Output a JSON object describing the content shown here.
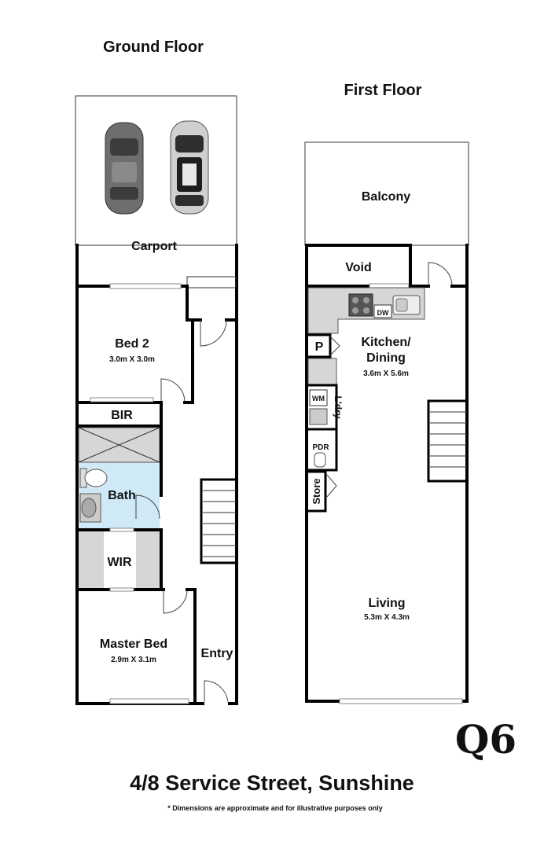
{
  "floors": {
    "ground": {
      "title": "Ground Floor",
      "rooms": {
        "carport": "Carport",
        "bed2": "Bed 2",
        "bed2_dims": "3.0m X 3.0m",
        "bir": "BIR",
        "bath": "Bath",
        "wir": "WIR",
        "master": "Master Bed",
        "master_dims": "2.9m X 3.1m",
        "entry": "Entry"
      }
    },
    "first": {
      "title": "First Floor",
      "rooms": {
        "balcony": "Balcony",
        "void": "Void",
        "dw": "DW",
        "pantry": "P",
        "kitchen": "Kitchen/\nDining",
        "kitchen_line1": "Kitchen/",
        "kitchen_line2": "Dining",
        "kitchen_dims": "3.6m X 5.6m",
        "wm": "WM",
        "ldry": "L'dry",
        "pdr": "PDR",
        "store": "Store",
        "living": "Living",
        "living_dims": "5.3m X 4.3m"
      }
    }
  },
  "logo": "Q6",
  "address": "4/8 Service Street, Sunshine",
  "disclaimer": "* Dimensions are approximate and for illustrative purposes only",
  "colors": {
    "wet_area": "#cfe9f7",
    "bench": "#d6d6d6",
    "wall": "#000000"
  }
}
